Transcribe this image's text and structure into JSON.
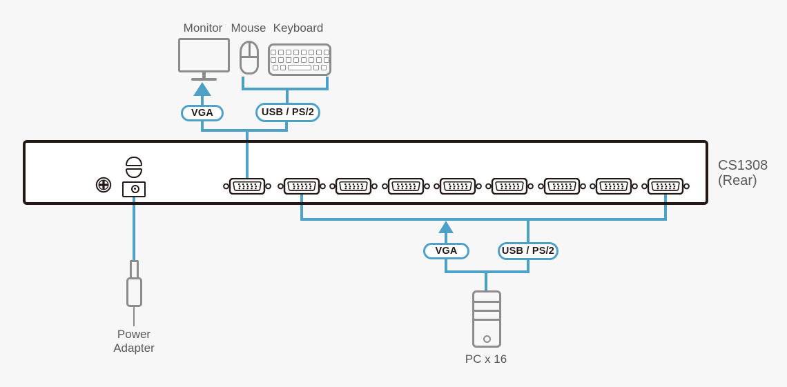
{
  "peripheral_labels": {
    "monitor": "Monitor",
    "mouse": "Mouse",
    "keyboard": "Keyboard"
  },
  "console_connection": {
    "vga_badge": "VGA",
    "usb_ps2_badge": "USB / PS/2"
  },
  "pc_connection": {
    "vga_badge": "VGA",
    "usb_ps2_badge": "USB / PS/2"
  },
  "device": {
    "model": "CS1308",
    "view": "(Rear)",
    "console_vga_ports": 1,
    "cpu_vga_ports": 8
  },
  "power": {
    "label_line1": "Power",
    "label_line2": "Adapter"
  },
  "pc": {
    "label": "PC x 16"
  },
  "colors": {
    "cable_blue": "#4DA1C6",
    "outline_dark": "#231815",
    "icon_gray": "#8C8C8C",
    "text_gray": "#595757",
    "page_bg": "#F7F7F7"
  }
}
